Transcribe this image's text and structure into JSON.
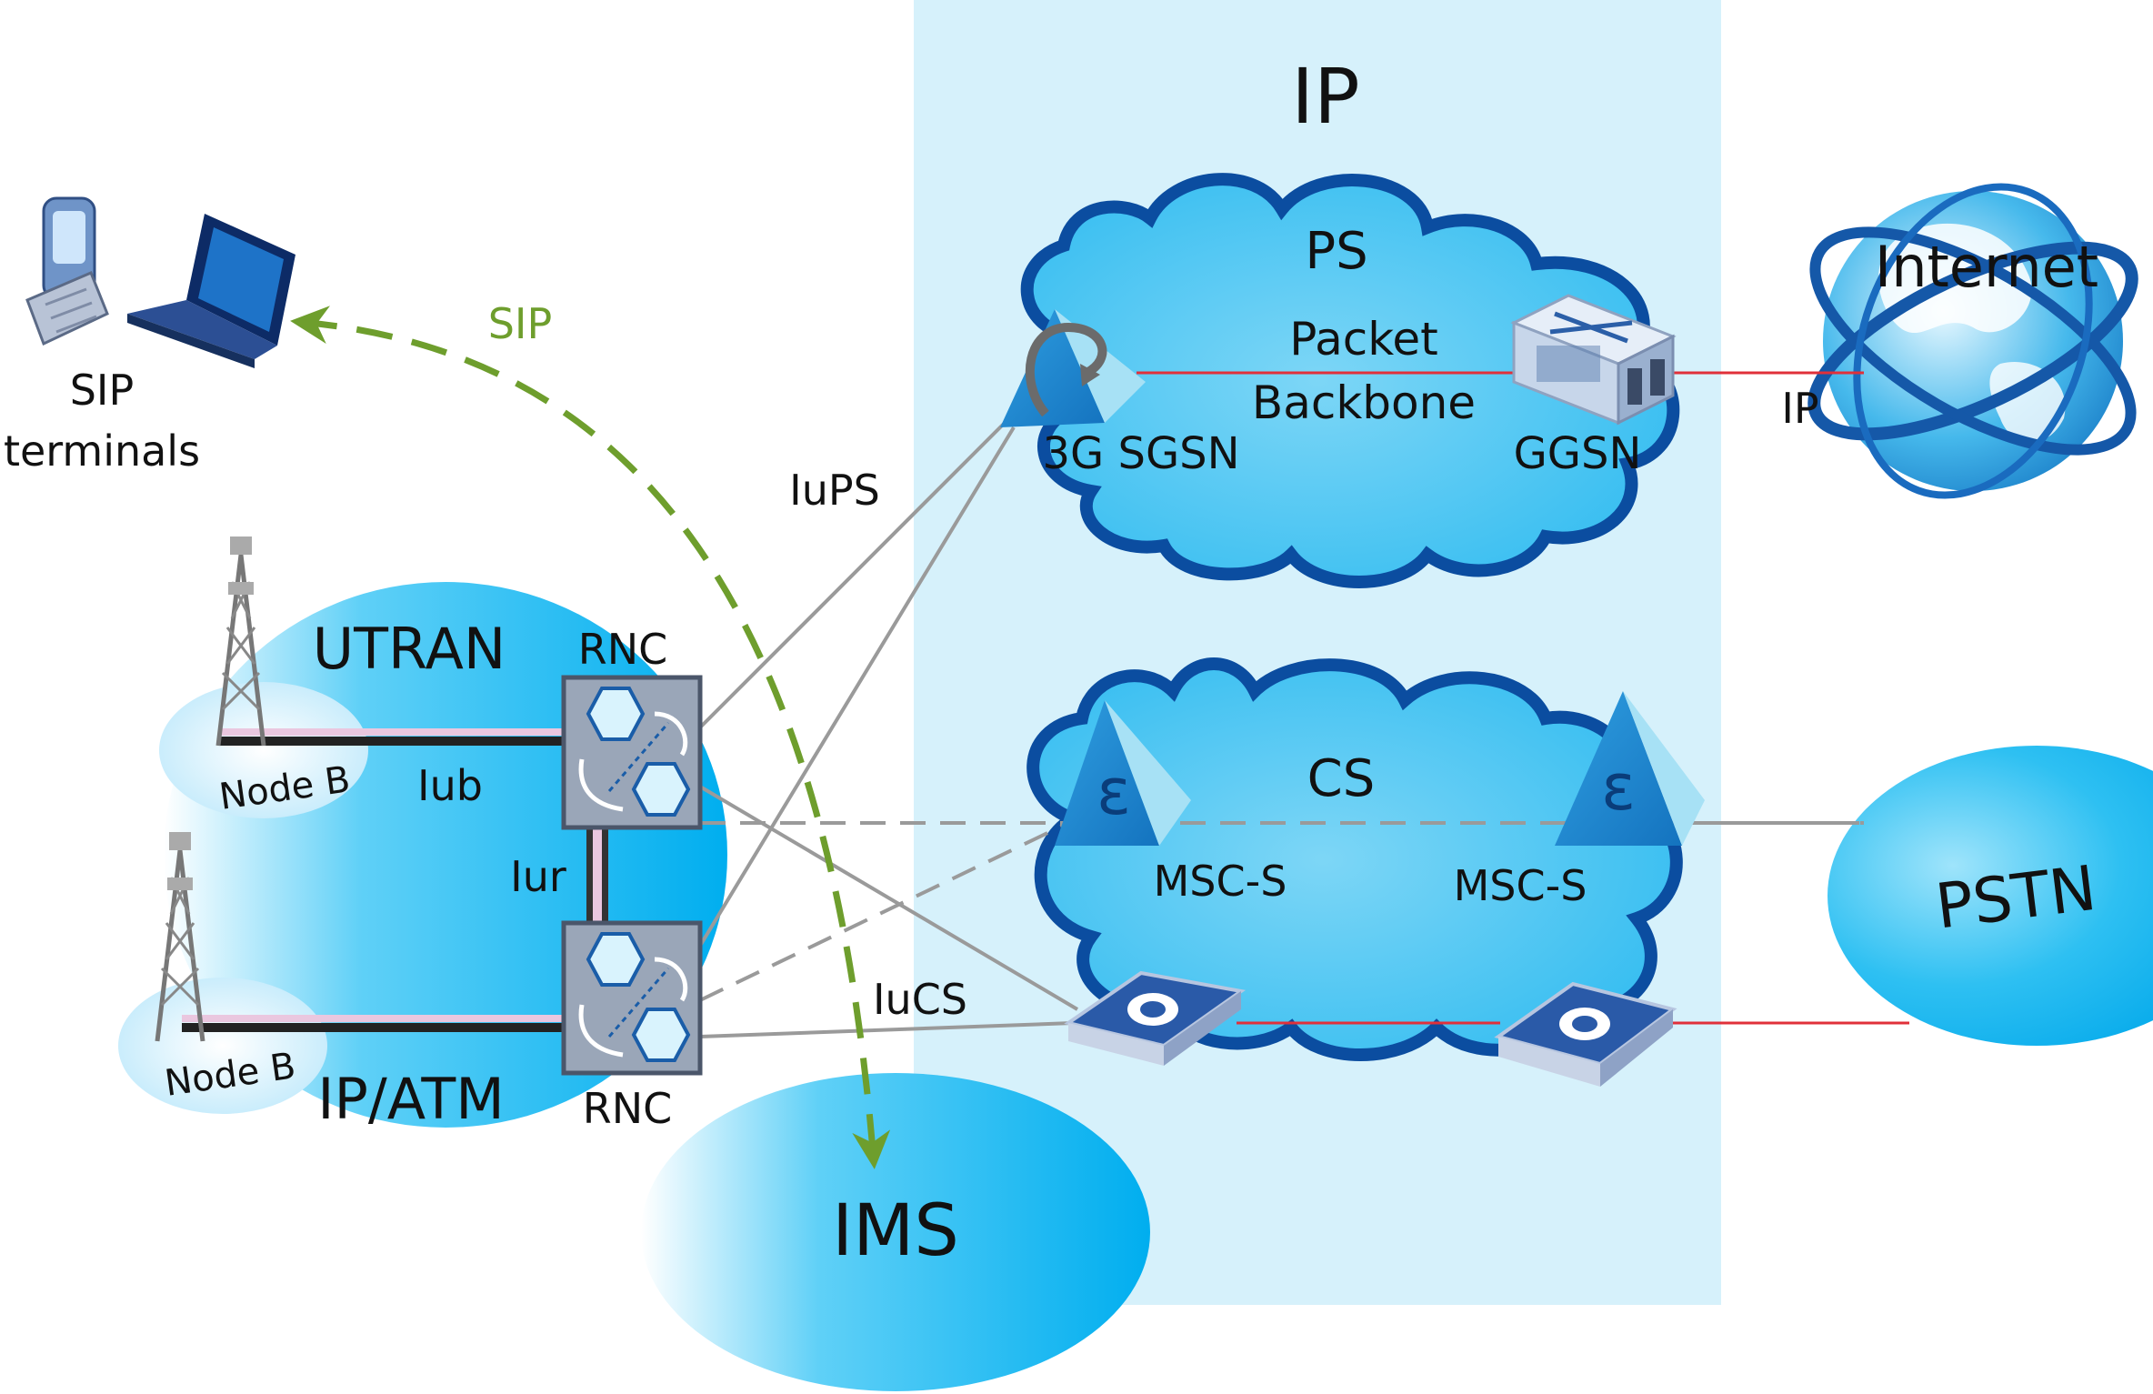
{
  "colors": {
    "ip_zone": "#d6f1fb",
    "cloud_fill": "#4cc8f2",
    "cloud_stroke": "#0b4da0",
    "ellipse_fill": "#1cb7ef",
    "link_gray": "#9a9a9a",
    "link_red": "#e0303a",
    "sip_green": "#6e9e2d",
    "node_blue": "#2a8fd0"
  },
  "labels": {
    "ip_zone_title": "IP",
    "ps_cloud": "PS",
    "packet": "Packet",
    "backbone": "Backbone",
    "sgsn": "3G SGSN",
    "ggsn": "GGSN",
    "internet": "Internet",
    "ip_link": "IP",
    "sip": "SIP",
    "sip_terminals_1": "SIP",
    "sip_terminals_2": "terminals",
    "iups": "IuPS",
    "utran": "UTRAN",
    "ip_atm": "IP/ATM",
    "rnc_top": "RNC",
    "rnc_bottom": "RNC",
    "iub": "Iub",
    "iur": "Iur",
    "node_b_top": "Node B",
    "node_b_bottom": "Node B",
    "cs_cloud": "CS",
    "msc_s_left": "MSC-S",
    "msc_s_right": "MSC-S",
    "iucs": "IuCS",
    "pstn": "PSTN",
    "ims": "IMS"
  },
  "icons": [
    "mobile-phone-icon",
    "laptop-icon",
    "cell-tower-icon",
    "rnc-icon",
    "sgsn-icon",
    "ggsn-icon",
    "msc-icon",
    "media-gateway-icon",
    "globe-icon"
  ]
}
